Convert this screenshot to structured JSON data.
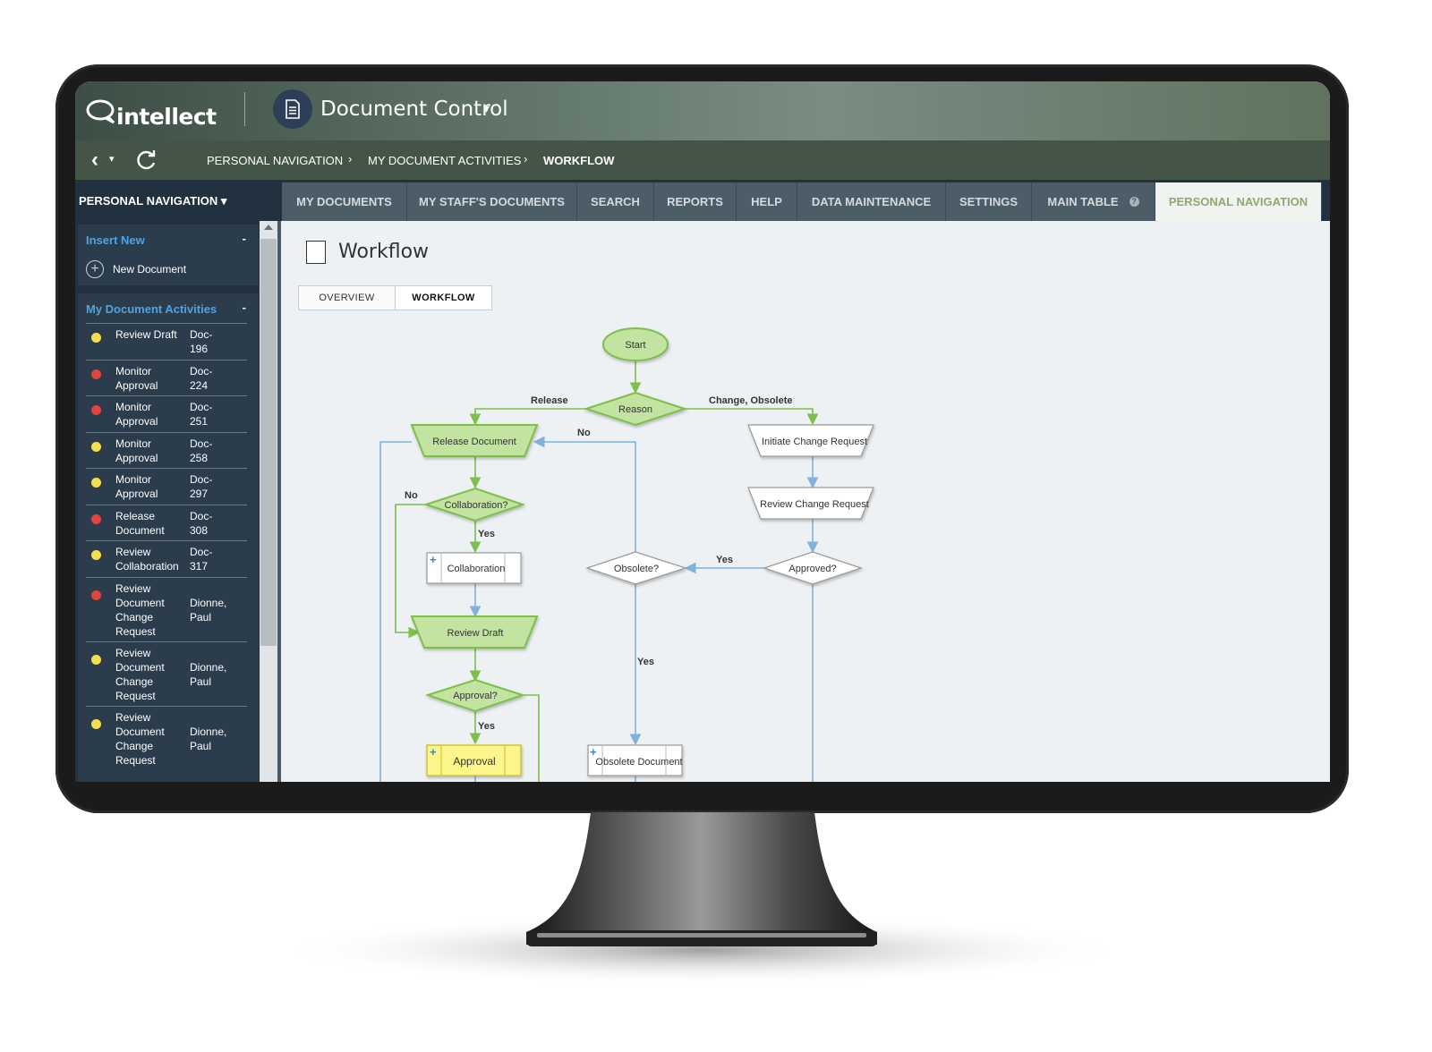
{
  "app": {
    "logo": "intellect",
    "module_title": "Document Control"
  },
  "breadcrumb": {
    "items": [
      "PERSONAL NAVIGATION",
      "MY DOCUMENT ACTIVITIES",
      "WORKFLOW"
    ],
    "separator": "›"
  },
  "nav": {
    "personal_nav_label": "PERSONAL NAVIGATION",
    "tabs": [
      {
        "label": "MY DOCUMENTS"
      },
      {
        "label": "MY STAFF'S DOCUMENTS"
      },
      {
        "label": "SEARCH"
      },
      {
        "label": "REPORTS"
      },
      {
        "label": "HELP"
      },
      {
        "label": "DATA MAINTENANCE"
      },
      {
        "label": "SETTINGS"
      },
      {
        "label": "MAIN TABLE"
      },
      {
        "label": "PERSONAL NAVIGATION"
      }
    ],
    "help_icon": "?"
  },
  "sidebar": {
    "insert_new": {
      "title": "Insert New",
      "toggle": "-",
      "new_document_label": "New Document"
    },
    "activities": {
      "title": "My Document Activities",
      "toggle": "-",
      "items": [
        {
          "label": "Review Draft",
          "doc": "Doc-\n196",
          "status": "yellow"
        },
        {
          "label": "Monitor Approval",
          "doc": "Doc-\n224",
          "status": "red"
        },
        {
          "label": "Monitor Approval",
          "doc": "Doc-\n251",
          "status": "red"
        },
        {
          "label": "Monitor Approval",
          "doc": "Doc-\n258",
          "status": "yellow"
        },
        {
          "label": "Monitor Approval",
          "doc": "Doc-\n297",
          "status": "yellow"
        },
        {
          "label": "Release Document",
          "doc": "Doc-\n308",
          "status": "red"
        },
        {
          "label": "Review Collaboration",
          "doc": "Doc-\n317",
          "status": "yellow"
        },
        {
          "label": "Review Document Change Request",
          "doc": "Dionne, Paul",
          "status": "red"
        },
        {
          "label": "Review Document Change Request",
          "doc": "Dionne, Paul",
          "status": "yellow"
        },
        {
          "label": "Review Document Change Request",
          "doc": "Dionne, Paul",
          "status": "yellow"
        }
      ]
    }
  },
  "workspace": {
    "title": "Workflow",
    "subtabs": [
      {
        "label": "OVERVIEW"
      },
      {
        "label": "WORKFLOW"
      }
    ]
  },
  "workflow": {
    "nodes": {
      "start": "Start",
      "reason": "Reason",
      "release_document": "Release Document",
      "initiate_change": "Initiate Change Request",
      "review_change": "Review Change Request",
      "collaboration_q": "Collaboration?",
      "collaboration": "Collaboration",
      "obsolete_q": "Obsolete?",
      "approved_q": "Approved?",
      "review_draft": "Review Draft",
      "approval_q": "Approval?",
      "approval": "Approval",
      "obsolete_document": "Obsolete Document"
    },
    "edge_labels": {
      "release": "Release",
      "change_obsolete": "Change, Obsolete",
      "no_release": "No",
      "no_collab": "No",
      "yes_collab": "Yes",
      "yes_approved": "Yes",
      "yes_obsolete": "Yes",
      "yes_approval": "Yes"
    }
  },
  "colors": {
    "green_node_fill": "#c3e3a0",
    "green_node_stroke": "#7cbf4a",
    "blue_line": "#7fb2dc",
    "status_yellow": "#f4e04d",
    "status_red": "#e0453d",
    "approval_fill": "#fbf58a",
    "active_tab_text": "#8cab6a",
    "sidebar_link": "#4ca3e6"
  }
}
